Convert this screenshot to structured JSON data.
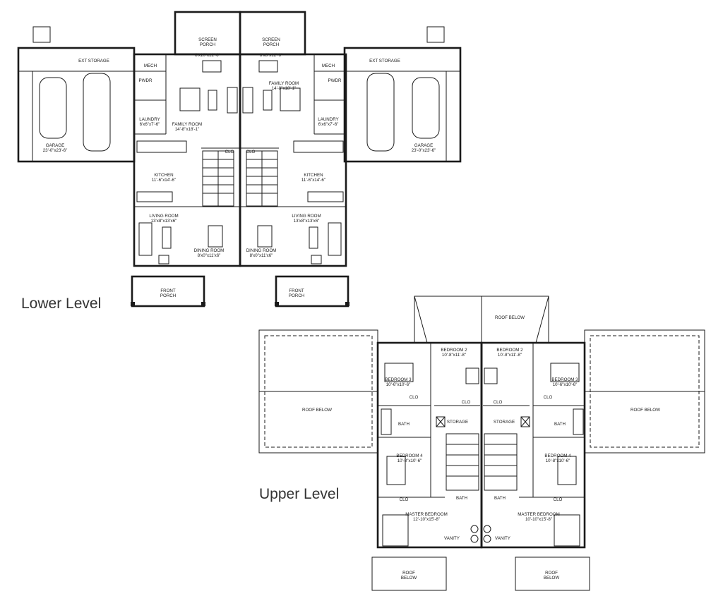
{
  "levels": {
    "lower": "Lower Level",
    "upper": "Upper Level"
  },
  "lower_rooms": [
    {
      "name": "SCREEN",
      "dims": "PORCH"
    },
    {
      "name": "",
      "dims": "8'x10\"x12'-6\""
    },
    {
      "name": "SCREEN",
      "dims": "PORCH"
    },
    {
      "name": "",
      "dims": "8'x8\"x12'-6\""
    },
    {
      "name": "EXT STORAGE",
      "dims": ""
    },
    {
      "name": "EXT STORAGE",
      "dims": ""
    },
    {
      "name": "MECH",
      "dims": ""
    },
    {
      "name": "MECH",
      "dims": ""
    },
    {
      "name": "PWDR",
      "dims": ""
    },
    {
      "name": "PWDR",
      "dims": ""
    },
    {
      "name": "FAMILY ROOM",
      "dims": "14'-8\"x18'-1\""
    },
    {
      "name": "FAMILY ROOM",
      "dims": "14'-8\"x18'-1\""
    },
    {
      "name": "LAUNDRY",
      "dims": "6'x6\"x7'-6\""
    },
    {
      "name": "LAUNDRY",
      "dims": "6'x6\"x7'-6\""
    },
    {
      "name": "GARAGE",
      "dims": "23'-0\"x23'-6\""
    },
    {
      "name": "GARAGE",
      "dims": "23'-0\"x23'-6\""
    },
    {
      "name": "CLO",
      "dims": ""
    },
    {
      "name": "CLO",
      "dims": ""
    },
    {
      "name": "KITCHEN",
      "dims": "11'-6\"x14'-6\""
    },
    {
      "name": "KITCHEN",
      "dims": "11'-6\"x14'-6\""
    },
    {
      "name": "LIVING ROOM",
      "dims": "13'x8\"x13'x6\""
    },
    {
      "name": "LIVING ROOM",
      "dims": "13'x8\"x13'x6\""
    },
    {
      "name": "DINING ROOM",
      "dims": "8'x0\"x11'x6\""
    },
    {
      "name": "DINING ROOM",
      "dims": "8'x0\"x11'x6\""
    },
    {
      "name": "FRONT",
      "dims": "PORCH"
    },
    {
      "name": "FRONT",
      "dims": "PORCH"
    }
  ],
  "upper_rooms": [
    {
      "name": "ROOF BELOW",
      "dims": ""
    },
    {
      "name": "ROOF BELOW",
      "dims": ""
    },
    {
      "name": "ROOF BELOW",
      "dims": ""
    },
    {
      "name": "BEDROOM 2",
      "dims": "10'-8\"x11'-8\""
    },
    {
      "name": "BEDROOM 2",
      "dims": "10'-8\"x11'-8\""
    },
    {
      "name": "BEDROOM 3",
      "dims": "10'-6\"x10'-6\""
    },
    {
      "name": "BEDROOM 3",
      "dims": "10'-6\"x10'-6\""
    },
    {
      "name": "CLO",
      "dims": ""
    },
    {
      "name": "CLO",
      "dims": ""
    },
    {
      "name": "CLO",
      "dims": ""
    },
    {
      "name": "CLO",
      "dims": ""
    },
    {
      "name": "STORAGE",
      "dims": ""
    },
    {
      "name": "STORAGE",
      "dims": ""
    },
    {
      "name": "BATH",
      "dims": ""
    },
    {
      "name": "BATH",
      "dims": ""
    },
    {
      "name": "BEDROOM 4",
      "dims": "10'-8\"x10'-6\""
    },
    {
      "name": "BEDROOM 4",
      "dims": "10'-8\"x10'-6\""
    },
    {
      "name": "CLO",
      "dims": ""
    },
    {
      "name": "CLO",
      "dims": ""
    },
    {
      "name": "BATH",
      "dims": ""
    },
    {
      "name": "BATH",
      "dims": ""
    },
    {
      "name": "MASTER BEDROOM",
      "dims": "12'-10\"x15'-8\""
    },
    {
      "name": "MASTER BEDROOM",
      "dims": "10'-10\"x15'-8\""
    },
    {
      "name": "VANITY",
      "dims": ""
    },
    {
      "name": "VANITY",
      "dims": ""
    },
    {
      "name": "ROOF",
      "dims": "BELOW"
    },
    {
      "name": "ROOF",
      "dims": "BELOW"
    }
  ]
}
